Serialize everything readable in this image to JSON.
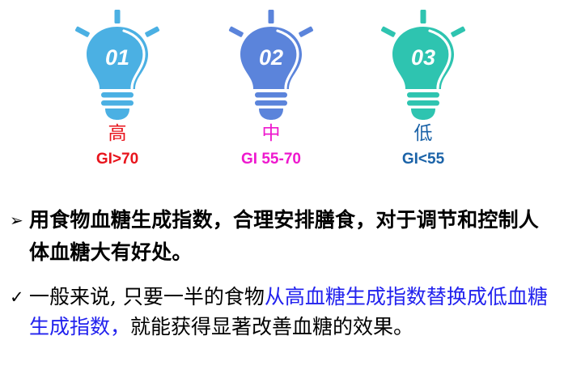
{
  "slide": {
    "background_color": "#FFFFFF"
  },
  "bulbs": [
    {
      "number": "01",
      "bulb_color": "#4BB0E3",
      "level_label": "高",
      "level_color": "#E8141C",
      "gi_label": "GI>70",
      "gi_color": "#E8141C",
      "icon": "lightbulb-icon"
    },
    {
      "number": "02",
      "bulb_color": "#5B84DB",
      "level_label": "中",
      "level_color": "#EE18CE",
      "gi_label": "GI  55-70",
      "gi_color": "#EE18CE",
      "icon": "lightbulb-icon"
    },
    {
      "number": "03",
      "bulb_color": "#2EC4B0",
      "level_label": "低",
      "level_color": "#1B63A8",
      "gi_label": "GI<55",
      "gi_color": "#1B63A8",
      "icon": "lightbulb-icon"
    }
  ],
  "paragraphs": {
    "p1": {
      "bullet": "➢",
      "text": "用食物血糖生成指数，合理安排膳食，对于调节和控制人体血糖大有好处。"
    },
    "p2": {
      "bullet": "✓",
      "part_a": "一般来说, 只要一半的食物",
      "part_b_highlight": "从高血糖生成指数替换成低血糖生成指数，",
      "part_c": "就能获得显著改善血糖的效果。",
      "highlight_color": "#2222EE"
    }
  }
}
